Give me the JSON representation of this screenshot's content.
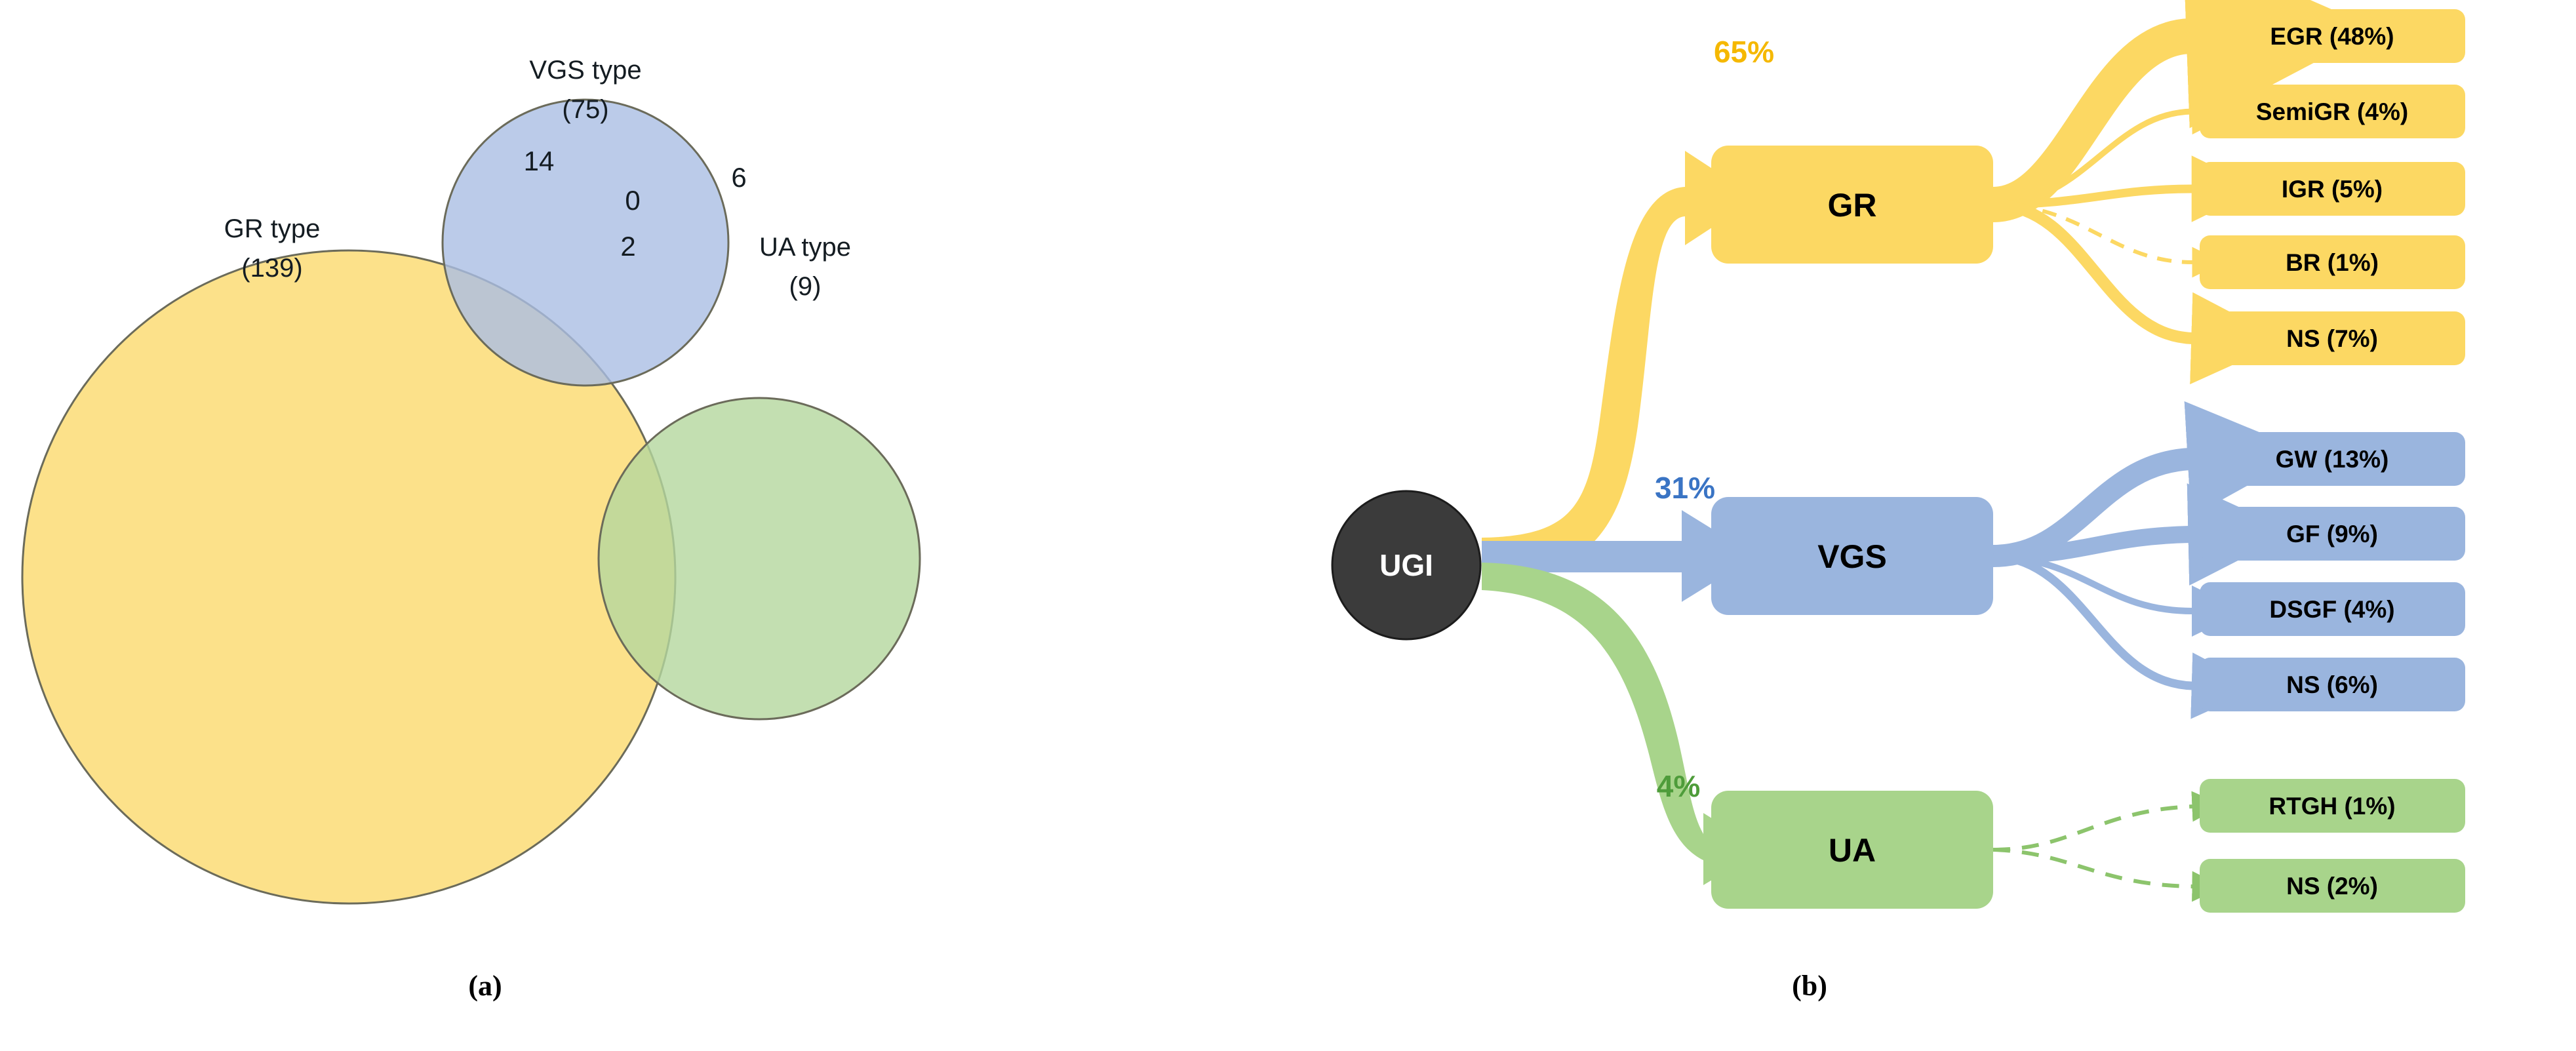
{
  "figure": {
    "panels": [
      {
        "id": "a",
        "caption": "(a)"
      },
      {
        "id": "b",
        "caption": "(b)"
      }
    ]
  },
  "venn": {
    "sets": [
      {
        "key": "gr",
        "name": "GR type",
        "count": "(139)",
        "count_value": 139,
        "color": "#fcdc76"
      },
      {
        "key": "vgs",
        "name": "VGS type",
        "count": "(75)",
        "count_value": 75,
        "color": "#aabee4"
      },
      {
        "key": "ua",
        "name": "UA type",
        "count": "(9)",
        "count_value": 9,
        "color": "#b4d79e"
      }
    ],
    "intersections": [
      {
        "key": "gr_vgs",
        "label": "14",
        "value": 14
      },
      {
        "key": "vgs_ua",
        "label": "6",
        "value": 6
      },
      {
        "key": "gr_vgs_ua",
        "label": "0",
        "value": 0
      },
      {
        "key": "gr_ua",
        "label": "2",
        "value": 2
      }
    ],
    "outline_color": "#6b6b5a"
  },
  "flow": {
    "hub": {
      "label": "UGI",
      "color": "#3b3b3b",
      "text_color": "#ffffff"
    },
    "branches": [
      {
        "key": "gr",
        "node_label": "GR",
        "percent_label": "65%",
        "percent_value": 65,
        "color": "#fcd863",
        "percent_text_color": "#f5b800",
        "leaves": [
          {
            "label": "EGR (48%)",
            "value": 48,
            "weight": "thick"
          },
          {
            "label": "SemiGR (4%)",
            "value": 4,
            "weight": "thin"
          },
          {
            "label": "IGR (5%)",
            "value": 5,
            "weight": "medium"
          },
          {
            "label": "BR (1%)",
            "value": 1,
            "weight": "dashed"
          },
          {
            "label": "NS (7%)",
            "value": 7,
            "weight": "medium"
          }
        ]
      },
      {
        "key": "vgs",
        "node_label": "VGS",
        "percent_label": "31%",
        "percent_value": 31,
        "color": "#9ab5de",
        "percent_text_color": "#3a74c4",
        "leaves": [
          {
            "label": "GW (13%)",
            "value": 13,
            "weight": "thick"
          },
          {
            "label": "GF (9%)",
            "value": 9,
            "weight": "medium-thick"
          },
          {
            "label": "DSGF (4%)",
            "value": 4,
            "weight": "thin"
          },
          {
            "label": "NS (6%)",
            "value": 6,
            "weight": "medium"
          }
        ]
      },
      {
        "key": "ua",
        "node_label": "UA",
        "percent_label": "4%",
        "percent_value": 4,
        "color": "#a8d48b",
        "percent_text_color": "#4e9c3a",
        "leaves": [
          {
            "label": "RTGH (1%)",
            "value": 1,
            "weight": "dashed"
          },
          {
            "label": "NS (2%)",
            "value": 2,
            "weight": "dashed"
          }
        ]
      }
    ]
  }
}
